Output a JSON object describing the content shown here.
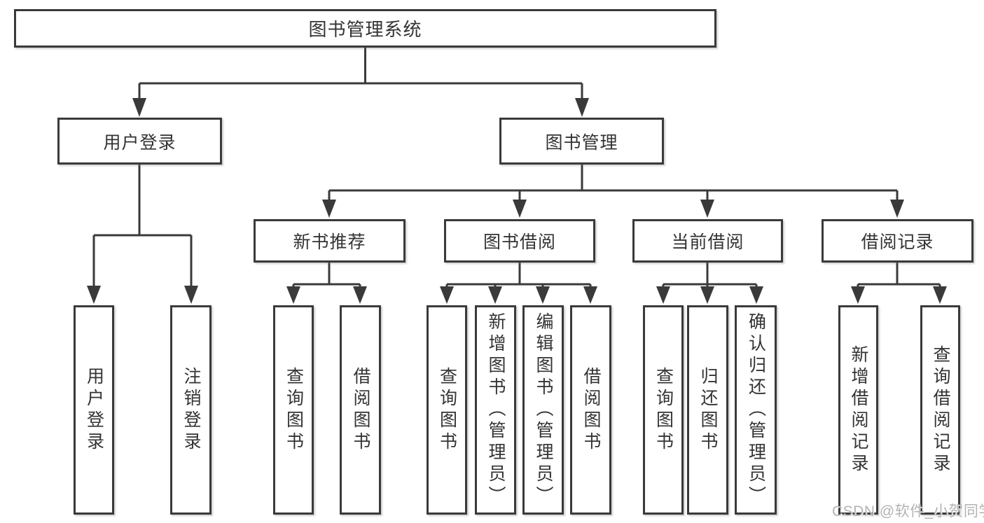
{
  "diagram": {
    "type": "hierarchy",
    "tree": {
      "label": "图书管理系统",
      "children": [
        {
          "label": "用户登录",
          "children": [
            {
              "label": "用户登录"
            },
            {
              "label": "注销登录"
            }
          ]
        },
        {
          "label": "图书管理",
          "children": [
            {
              "label": "新书推荐",
              "children": [
                {
                  "label": "查询图书"
                },
                {
                  "label": "借阅图书"
                }
              ]
            },
            {
              "label": "图书借阅",
              "children": [
                {
                  "label": "查询图书"
                },
                {
                  "label": "新增图书（管理员）"
                },
                {
                  "label": "编辑图书（管理员）"
                },
                {
                  "label": "借阅图书"
                }
              ]
            },
            {
              "label": "当前借阅",
              "children": [
                {
                  "label": "查询图书"
                },
                {
                  "label": "归还图书"
                },
                {
                  "label": "确认归还（管理员）"
                }
              ]
            },
            {
              "label": "借阅记录",
              "children": [
                {
                  "label": "新增借阅记录"
                },
                {
                  "label": "查询借阅记录"
                }
              ]
            }
          ]
        }
      ]
    }
  },
  "watermark": {
    "text": "CSDN @软件_小贺同学"
  },
  "colors": {
    "background": "#ffffff",
    "border": "#3a3a3a",
    "line": "#3a3a3a",
    "text": "#333333",
    "watermark": "#b3b3b3"
  }
}
